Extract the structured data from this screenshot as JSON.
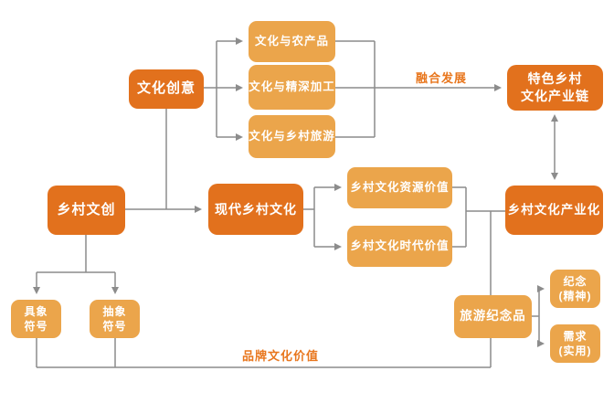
{
  "diagram": {
    "description": "rural-culture-industry-flowchart"
  },
  "colors": {
    "background": "#ffffff",
    "node_primary": "#e2711d",
    "node_secondary": "#eba54b",
    "node_text": "#ffffff",
    "connector": "#8c8c8c",
    "label_text": "#e8761d"
  },
  "nodes": [
    {
      "id": "culture-creativity",
      "label": "文化创意",
      "type": "primary"
    },
    {
      "id": "culture-agriproduct",
      "label": "文化与农产品",
      "type": "secondary"
    },
    {
      "id": "culture-processing",
      "label": "文化与精深加工",
      "type": "secondary"
    },
    {
      "id": "culture-rural-tourism",
      "label": "文化与乡村旅游",
      "type": "secondary"
    },
    {
      "id": "featured-industry-chain",
      "label": "特色乡村\n文化产业链",
      "type": "primary"
    },
    {
      "id": "rural-wenchuang",
      "label": "乡村文创",
      "type": "primary"
    },
    {
      "id": "modern-rural-culture",
      "label": "现代乡村文化",
      "type": "primary"
    },
    {
      "id": "resource-value",
      "label": "乡村文化资源价值",
      "type": "secondary"
    },
    {
      "id": "era-value",
      "label": "乡村文化时代价值",
      "type": "secondary"
    },
    {
      "id": "industrialization",
      "label": "乡村文化产业化",
      "type": "primary"
    },
    {
      "id": "concrete-symbol",
      "label": "具象\n符号",
      "type": "secondary"
    },
    {
      "id": "abstract-symbol",
      "label": "抽象\n符号",
      "type": "secondary"
    },
    {
      "id": "tourism-souvenir",
      "label": "旅游纪念品",
      "type": "secondary"
    },
    {
      "id": "memorial-spiritual",
      "label": "纪念\n(精神)",
      "type": "secondary"
    },
    {
      "id": "demand-practical",
      "label": "需求\n(实用)",
      "type": "secondary"
    }
  ],
  "edge_labels": [
    {
      "id": "fusion-development",
      "text": "融合发展"
    },
    {
      "id": "brand-culture-value",
      "text": "品牌文化价值"
    }
  ]
}
